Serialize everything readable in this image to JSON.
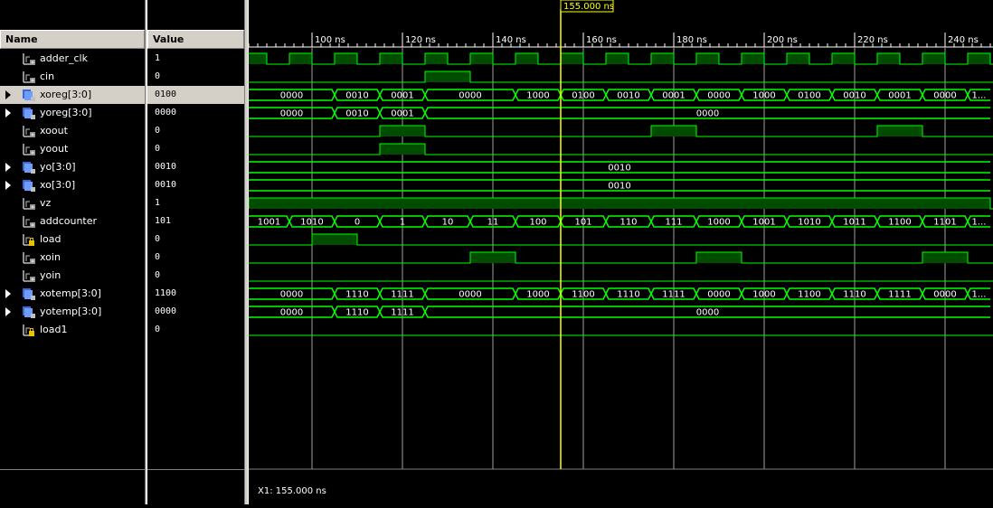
{
  "headers": {
    "name": "Name",
    "value": "Value"
  },
  "colors": {
    "wave": "#00ff00",
    "fill": "#004d00",
    "cursor": "#ffff00",
    "grid": "#a0a0a0",
    "selected_row": "#d4d0c8"
  },
  "timeline": {
    "units": "ns",
    "ticks": [
      "100 ns",
      "120 ns",
      "140 ns",
      "160 ns",
      "180 ns",
      "200 ns",
      "220 ns",
      "240 ns"
    ],
    "tick_values": [
      100,
      120,
      140,
      160,
      180,
      200,
      220,
      240
    ],
    "view_range": [
      86,
      250
    ],
    "cursor_label": "155.000 ns",
    "cursor_time": 155
  },
  "status": {
    "cursor_readout": "X1: 155.000 ns"
  },
  "signals": [
    {
      "name": "adder_clk",
      "value": "1",
      "icon": "bit-signal-icon",
      "kind": "clock",
      "period": 10,
      "first_rise": 85
    },
    {
      "name": "cin",
      "value": "0",
      "icon": "bit-signal-icon",
      "kind": "bit",
      "highs": [
        [
          125,
          135
        ]
      ]
    },
    {
      "name": "xoreg[3:0]",
      "value": "0100",
      "icon": "bus-signal-icon",
      "kind": "bus",
      "selected": true,
      "expandable": true,
      "segments": [
        [
          86,
          105,
          "0000"
        ],
        [
          105,
          115,
          "0010"
        ],
        [
          115,
          125,
          "0001"
        ],
        [
          125,
          145,
          "0000"
        ],
        [
          145,
          155,
          "1000"
        ],
        [
          155,
          165,
          "0100"
        ],
        [
          165,
          175,
          "0010"
        ],
        [
          175,
          185,
          "0001"
        ],
        [
          185,
          195,
          "0000"
        ],
        [
          195,
          205,
          "1000"
        ],
        [
          205,
          215,
          "0100"
        ],
        [
          215,
          225,
          "0010"
        ],
        [
          225,
          235,
          "0001"
        ],
        [
          235,
          245,
          "0000"
        ],
        [
          245,
          250,
          "1..."
        ]
      ]
    },
    {
      "name": "yoreg[3:0]",
      "value": "0000",
      "icon": "bus-signal-icon",
      "kind": "bus",
      "expandable": true,
      "segments": [
        [
          86,
          105,
          "0000"
        ],
        [
          105,
          115,
          "0010"
        ],
        [
          115,
          125,
          "0001"
        ],
        [
          125,
          250,
          "0000"
        ]
      ]
    },
    {
      "name": "xoout",
      "value": "0",
      "icon": "bit-signal-icon",
      "kind": "bit",
      "highs": [
        [
          115,
          125
        ],
        [
          175,
          185
        ],
        [
          225,
          235
        ]
      ]
    },
    {
      "name": "yoout",
      "value": "0",
      "icon": "bit-signal-icon",
      "kind": "bit",
      "highs": [
        [
          115,
          125
        ]
      ]
    },
    {
      "name": "yo[3:0]",
      "value": "0010",
      "icon": "bus-signal-icon",
      "kind": "bus",
      "expandable": true,
      "segments": [
        [
          86,
          250,
          "0010"
        ]
      ]
    },
    {
      "name": "xo[3:0]",
      "value": "0010",
      "icon": "bus-signal-icon",
      "kind": "bus",
      "expandable": true,
      "segments": [
        [
          86,
          250,
          "0010"
        ]
      ]
    },
    {
      "name": "vz",
      "value": "1",
      "icon": "bit-signal-icon",
      "kind": "bit",
      "highs": [
        [
          86,
          250
        ]
      ]
    },
    {
      "name": "addcounter",
      "value": "101",
      "icon": "bit-signal-icon",
      "kind": "bus",
      "segments": [
        [
          86,
          95,
          "1001"
        ],
        [
          95,
          105,
          "1010"
        ],
        [
          105,
          115,
          "0"
        ],
        [
          115,
          125,
          "1"
        ],
        [
          125,
          135,
          "10"
        ],
        [
          135,
          145,
          "11"
        ],
        [
          145,
          155,
          "100"
        ],
        [
          155,
          165,
          "101"
        ],
        [
          165,
          175,
          "110"
        ],
        [
          175,
          185,
          "111"
        ],
        [
          185,
          195,
          "1000"
        ],
        [
          195,
          205,
          "1001"
        ],
        [
          205,
          215,
          "1010"
        ],
        [
          215,
          225,
          "1011"
        ],
        [
          225,
          235,
          "1100"
        ],
        [
          235,
          245,
          "1101"
        ],
        [
          245,
          250,
          "1..."
        ]
      ]
    },
    {
      "name": "load",
      "value": "0",
      "icon": "bit-signal-lock-icon",
      "kind": "bit",
      "highs": [
        [
          100,
          110
        ]
      ]
    },
    {
      "name": "xoin",
      "value": "0",
      "icon": "bit-signal-icon",
      "kind": "bit",
      "highs": [
        [
          135,
          145
        ],
        [
          185,
          195
        ],
        [
          235,
          245
        ]
      ]
    },
    {
      "name": "yoin",
      "value": "0",
      "icon": "bit-signal-icon",
      "kind": "bit",
      "highs": []
    },
    {
      "name": "xotemp[3:0]",
      "value": "1100",
      "icon": "bus-signal-icon",
      "kind": "bus",
      "expandable": true,
      "segments": [
        [
          86,
          105,
          "0000"
        ],
        [
          105,
          115,
          "1110"
        ],
        [
          115,
          125,
          "1111"
        ],
        [
          125,
          145,
          "0000"
        ],
        [
          145,
          155,
          "1000"
        ],
        [
          155,
          165,
          "1100"
        ],
        [
          165,
          175,
          "1110"
        ],
        [
          175,
          185,
          "1111"
        ],
        [
          185,
          195,
          "0000"
        ],
        [
          195,
          205,
          "1000"
        ],
        [
          205,
          215,
          "1100"
        ],
        [
          215,
          225,
          "1110"
        ],
        [
          225,
          235,
          "1111"
        ],
        [
          235,
          245,
          "0000"
        ],
        [
          245,
          250,
          "1..."
        ]
      ]
    },
    {
      "name": "yotemp[3:0]",
      "value": "0000",
      "icon": "bus-signal-icon",
      "kind": "bus",
      "expandable": true,
      "segments": [
        [
          86,
          105,
          "0000"
        ],
        [
          105,
          115,
          "1110"
        ],
        [
          115,
          125,
          "1111"
        ],
        [
          125,
          250,
          "0000"
        ]
      ]
    },
    {
      "name": "load1",
      "value": "0",
      "icon": "bit-signal-lock-icon",
      "kind": "bit",
      "highs": []
    }
  ]
}
